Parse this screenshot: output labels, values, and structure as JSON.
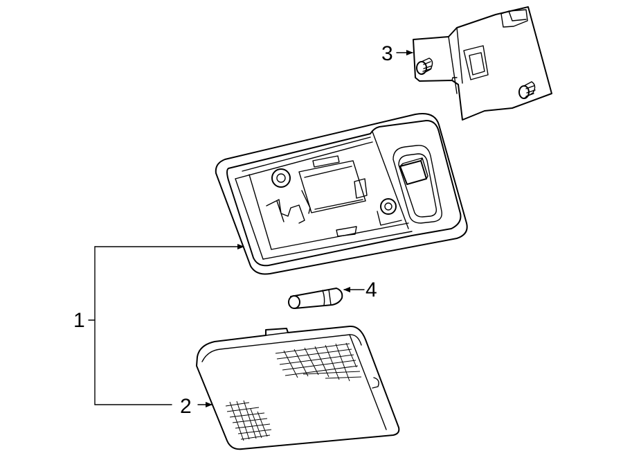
{
  "callouts": {
    "part_1": "1",
    "part_2": "2",
    "part_3": "3",
    "part_4": "4"
  }
}
